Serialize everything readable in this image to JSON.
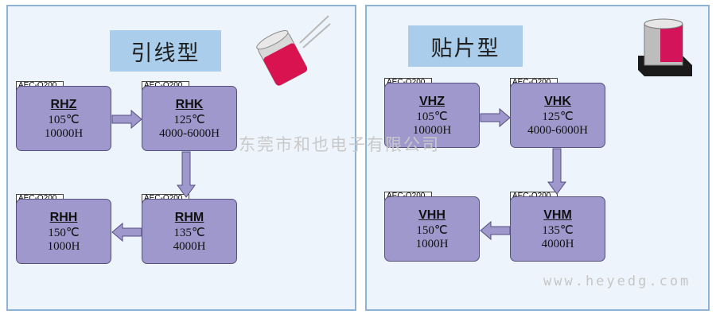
{
  "left_panel": {
    "title": "引线型",
    "nodes": [
      {
        "aec": "AEC-Q200",
        "code": "RHZ",
        "temp": "105℃",
        "life": "10000H"
      },
      {
        "aec": "AEC-Q200",
        "code": "RHK",
        "temp": "125℃",
        "life": "4000-6000H"
      },
      {
        "aec": "AEC-Q200",
        "code": "RHH",
        "temp": "150℃",
        "life": "1000H"
      },
      {
        "aec": "AEC-Q200",
        "code": "RHM",
        "temp": "135℃",
        "life": "4000H"
      }
    ]
  },
  "right_panel": {
    "title": "贴片型",
    "nodes": [
      {
        "aec": "AEC-Q200",
        "code": "VHZ",
        "temp": "105℃",
        "life": "10000H"
      },
      {
        "aec": "AEC-Q200",
        "code": "VHK",
        "temp": "125℃",
        "life": "4000-6000H"
      },
      {
        "aec": "AEC-Q200",
        "code": "VHH",
        "temp": "150℃",
        "life": "1000H"
      },
      {
        "aec": "AEC-Q200",
        "code": "VHM",
        "temp": "135℃",
        "life": "4000H"
      }
    ]
  },
  "watermark": "东莞市和也电子有限公司",
  "website": "www.heyedg.com",
  "colors": {
    "panel_bg": "#edf4fb",
    "panel_border": "#8fb3d6",
    "title_bg": "#a9cdea",
    "node_fill": "#9f98cc",
    "node_border": "#55507f",
    "arrow_fill": "#9f98cc"
  },
  "icons": [
    "radial-capacitor-icon",
    "smd-capacitor-icon"
  ]
}
